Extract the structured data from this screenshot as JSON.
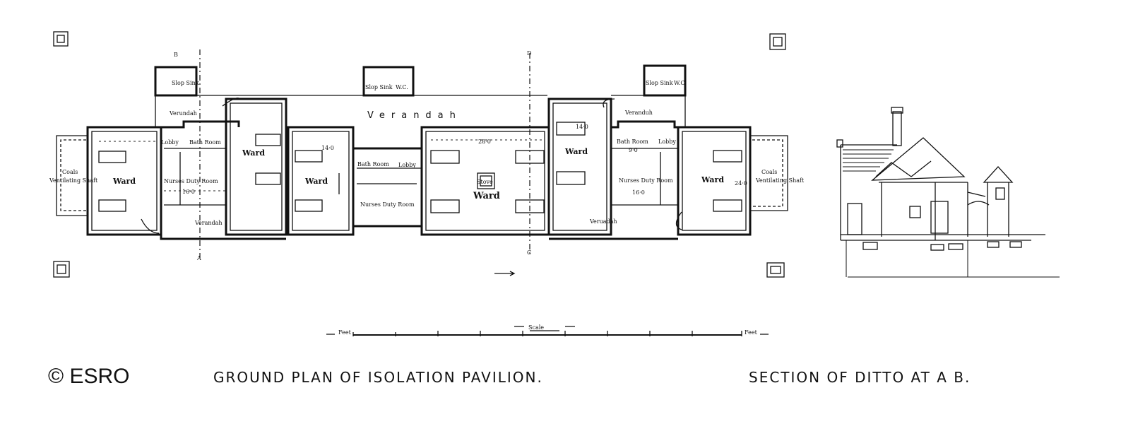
{
  "copyright": "© ESRO",
  "captions": {
    "plan": "GROUND PLAN OF ISOLATION PAVILION.",
    "section": "SECTION OF DITTO AT A B."
  },
  "plan_labels": {
    "verandah_top": "Verandah",
    "verandah_left_top": "Verundah",
    "verandah_right_top": "Veranduh",
    "verandah_left_bottom": "Verandah",
    "verandah_right_bottom": "Veruadah",
    "ward": "Ward",
    "stove": "Stove",
    "lobby": "Lobby",
    "bath_room": "Bath Room",
    "nurses_duty_room": "Nurses Duty Room",
    "coals": "Coals",
    "ventilating_shaft": "Ventilating Shaft",
    "slop_sink": "Slop Sink",
    "wc": "W.C.",
    "dim_14": "14·0",
    "dim_16": "16·0",
    "dim_9": "9·0",
    "dim_28": "28·0",
    "dim_24": "24·0",
    "section_a": "A",
    "section_b": "B",
    "section_c": "C",
    "section_d": "D"
  },
  "scale": {
    "title": "Scale",
    "left_unit": "Feet",
    "right_unit": "Feet"
  }
}
